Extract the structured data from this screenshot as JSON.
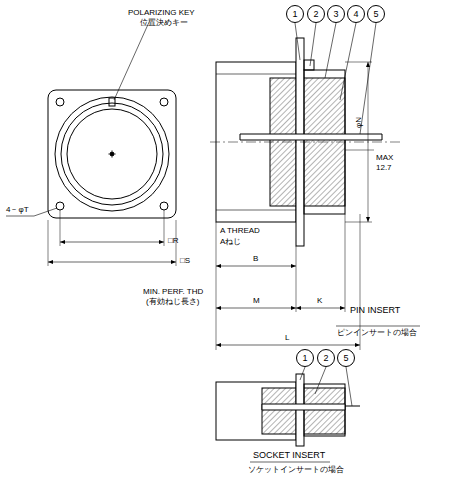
{
  "diagram": {
    "nodes": [
      {
        "text": [
          "1"
        ]
      },
      {
        "text": [
          "2"
        ]
      },
      {
        "text": [
          "3"
        ]
      },
      {
        "text": [
          "4"
        ]
      },
      {
        "text": [
          "5"
        ]
      },
      {
        "text": [
          "1"
        ]
      },
      {
        "text": [
          "2"
        ]
      },
      {
        "text": [
          "5"
        ]
      }
    ],
    "labels": [
      "POLARIZING KEY",
      "位置決めキー",
      "4－φT",
      "□R",
      "□S",
      "A THREAD",
      "Aねじ",
      "B",
      "MIN. PERF. THD",
      "(有効ねじ長さ)",
      "M",
      "K",
      "L",
      "φN",
      "MAX",
      "12.7",
      "PIN INSERT",
      "ピンインサートの場合",
      "SOCKET INSERT",
      "ソケットインサートの場合"
    ]
  }
}
